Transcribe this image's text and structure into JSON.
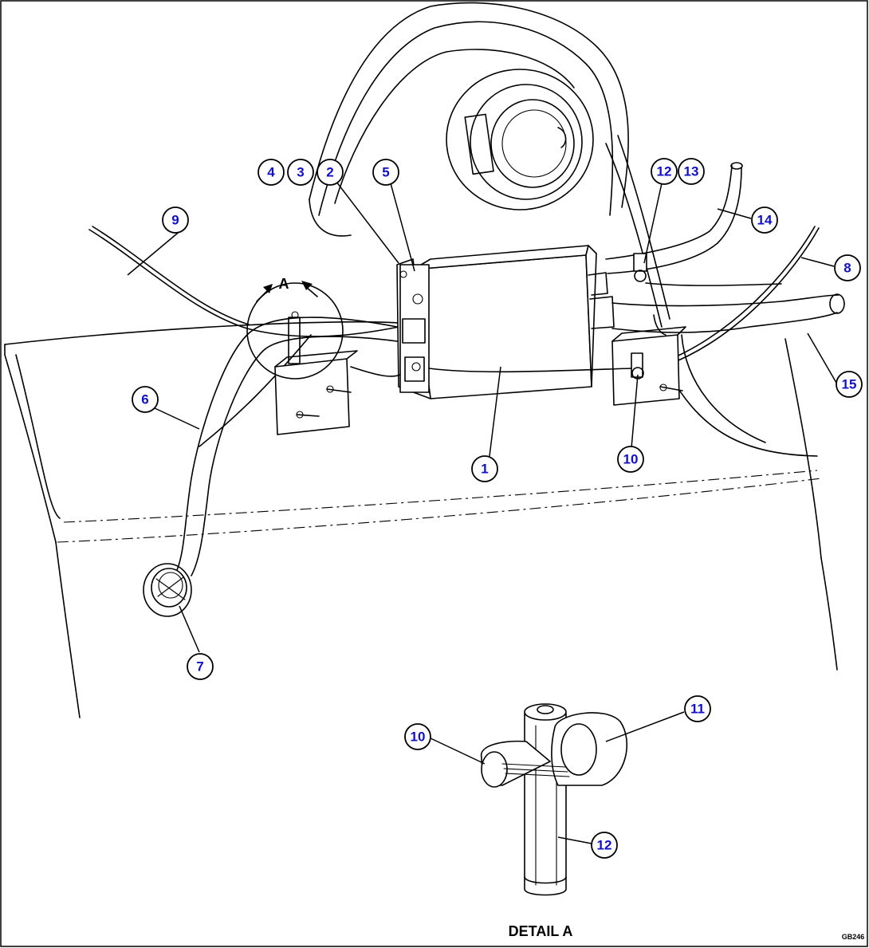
{
  "callouts": [
    {
      "id": "c1",
      "text": "1"
    },
    {
      "id": "c2",
      "text": "2"
    },
    {
      "id": "c3",
      "text": "3"
    },
    {
      "id": "c4",
      "text": "4"
    },
    {
      "id": "c5",
      "text": "5"
    },
    {
      "id": "c6",
      "text": "6"
    },
    {
      "id": "c7",
      "text": "7"
    },
    {
      "id": "c8",
      "text": "8"
    },
    {
      "id": "c9",
      "text": "9"
    },
    {
      "id": "c10a",
      "text": "10"
    },
    {
      "id": "c10b",
      "text": "10"
    },
    {
      "id": "c11",
      "text": "11"
    },
    {
      "id": "c12a",
      "text": "12"
    },
    {
      "id": "c12b",
      "text": "12"
    },
    {
      "id": "c13",
      "text": "13"
    },
    {
      "id": "c14",
      "text": "14"
    },
    {
      "id": "c15",
      "text": "15"
    }
  ],
  "view_marker": "A",
  "detail_title": "DETAIL A",
  "figure_code": "GB246",
  "colors": {
    "callout_text": "#1010c8",
    "line": "#000000"
  }
}
